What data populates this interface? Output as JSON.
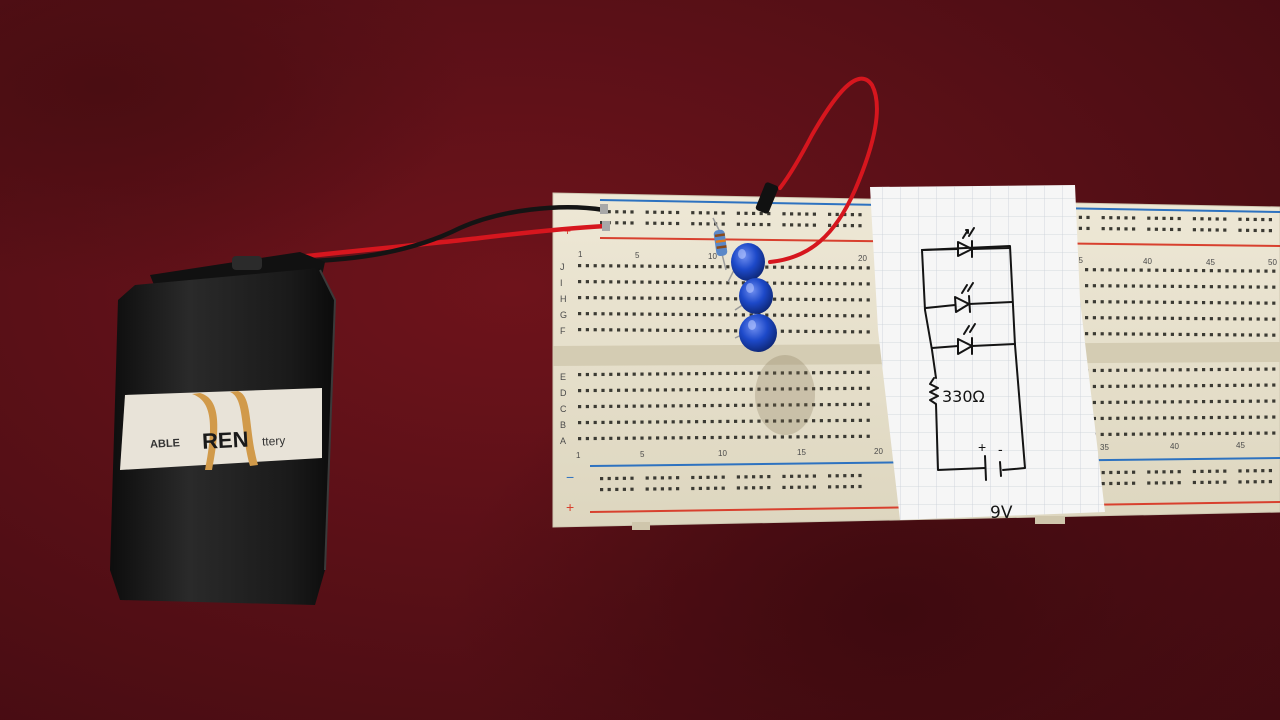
{
  "colors": {
    "blanket": "#5a1017",
    "board": "#e9e3cf",
    "rail_red": "#d8402e",
    "rail_blue": "#2d72c0",
    "led_blue": "#1d49c9",
    "wire_red": "#d6161e",
    "wire_black": "#141414",
    "battery_body": "#1c1c1c",
    "battery_label": "#e8e3d8",
    "battery_accent": "#d19a4a",
    "paper": "#f5f5f5",
    "ink": "#141414"
  },
  "battery": {
    "label_left": "ABLE",
    "label_brand": "REN",
    "label_right": "ttery"
  },
  "breadboard": {
    "top_row_letters": [
      "J",
      "I",
      "H",
      "G",
      "F"
    ],
    "bottom_row_letters": [
      "E",
      "D",
      "C",
      "B",
      "A"
    ],
    "top_column_numbers": [
      "1",
      "5",
      "10",
      "20",
      "35",
      "40",
      "45",
      "50"
    ],
    "bottom_column_numbers": [
      "1",
      "5",
      "10",
      "15",
      "20",
      "35",
      "40",
      "45"
    ],
    "rail_plus": "+",
    "rail_minus": "−"
  },
  "schematic": {
    "resistor_label": "330Ω",
    "battery_plus": "+",
    "battery_minus": "-",
    "voltage_label": "9V"
  }
}
